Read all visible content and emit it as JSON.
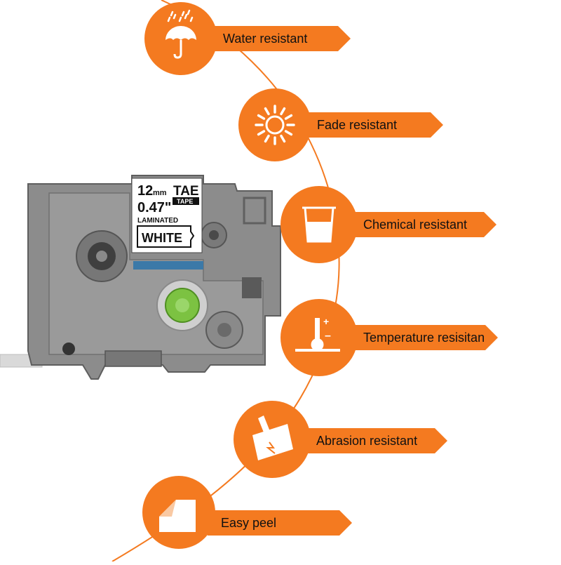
{
  "colors": {
    "accent": "#f47a20",
    "cartridge_body": "#8c8c8c",
    "cartridge_dark": "#6b6b6b",
    "spool_green": "#7cc242",
    "label_white": "#ffffff"
  },
  "cartridge": {
    "size_mm": "12",
    "mm_unit": "mm",
    "brand": "TAE",
    "tape_tag": "TAPE",
    "size_inch": "0.47\"",
    "type": "LAMINATED",
    "color_name": "WHITE"
  },
  "features": [
    {
      "icon": "umbrella-rain-icon",
      "label": "Water resistant"
    },
    {
      "icon": "sun-icon",
      "label": "Fade resistant"
    },
    {
      "icon": "beaker-icon",
      "label": "Chemical resistant"
    },
    {
      "icon": "thermometer-icon",
      "label": "Temperature resisitan"
    },
    {
      "icon": "scratch-card-icon",
      "label": "Abrasion resistant"
    },
    {
      "icon": "peel-label-icon",
      "label": "Easy peel"
    }
  ]
}
